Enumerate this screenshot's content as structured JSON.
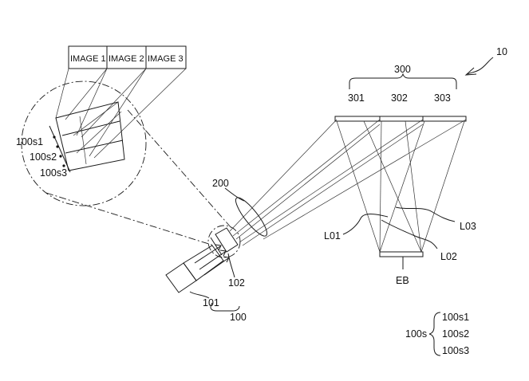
{
  "figure": {
    "reference": "10",
    "image_boxes": [
      "IMAGE 1",
      "IMAGE 2",
      "IMAGE 3"
    ],
    "group_300": "300",
    "parts_301": "301",
    "parts_302": "302",
    "parts_303": "303",
    "lens_200": "200",
    "part_102": "102",
    "part_101": "101",
    "group_100": "100",
    "eb": "EB",
    "l01": "L01",
    "l02": "L02",
    "l03": "L03",
    "sub_100s1": "100s1",
    "sub_100s2": "100s2",
    "sub_100s3": "100s3",
    "legend_group": "100s",
    "legend_items": [
      "100s1",
      "100s2",
      "100s3"
    ]
  }
}
